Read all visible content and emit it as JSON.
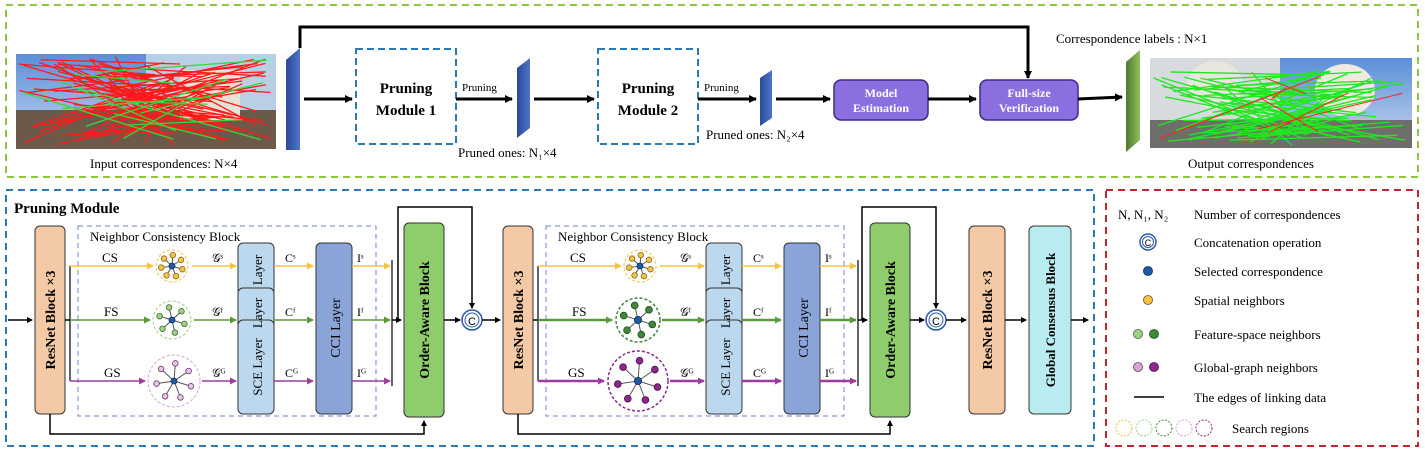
{
  "top": {
    "input_caption": "Input correspondences: N×4",
    "pm1_line1": "Pruning",
    "pm1_line2": "Module 1",
    "pm2_line1": "Pruning",
    "pm2_line2": "Module 2",
    "pruning_label": "Pruning",
    "pruned1": "Pruned ones: N₁×4",
    "pruned2": "Pruned ones: N₂×4",
    "model_line1": "Model",
    "model_line2": "Estimation",
    "verif_line1": "Full-size",
    "verif_line2": "Verification",
    "labels_caption": "Correspondence labels : N×1",
    "output_caption": "Output correspondences"
  },
  "pruning_module": {
    "title": "Pruning Module",
    "resnet": "ResNet Block ×3",
    "ncb_title": "Neighbor Consistency Block",
    "cs": "CS",
    "fs": "FS",
    "gs": "GS",
    "gS": "𝒢ˢ",
    "gF": "𝒢ᶠ",
    "gG": "𝒢ᴳ",
    "sce": "SCE Layer",
    "sce_partial": "Layer",
    "cS": "Cˢ",
    "cF": "Cᶠ",
    "cG": "Cᴳ",
    "cci": "CCI Layer",
    "iS": "Iˢ",
    "iF": "Iᶠ",
    "iG": "Iᴳ",
    "order_aware": "Order-Aware Block",
    "concat": "C",
    "global_consensus": "Global Consensus Block"
  },
  "legend": {
    "row1_sym": "N, N₁, N₂",
    "row1_text": "Number of correspondences",
    "row2_text": "Concatenation operation",
    "row3_text": "Selected correspondence",
    "row4_text": "Spatial neighbors",
    "row5_text": "Feature-space neighbors",
    "row6_text": "Global-graph neighbors",
    "row7_text": "The edges of linking data",
    "row8_text": "Search regions"
  },
  "colors": {
    "green_dash": "#8dc63f",
    "blue_dash": "#2a7ab8",
    "red_dash": "#c0272d",
    "cs_line": "#f5c242",
    "fs_line": "#5a9a3c",
    "gs_line": "#9b3e9b",
    "resnet_fill": "#f4c9a6",
    "sce_fill": "#bcd8ee",
    "cci_fill": "#8aa4d8",
    "order_fill": "#8fcc6c",
    "global_fill": "#b9ecf0",
    "model_fill": "#8b6ee0"
  }
}
